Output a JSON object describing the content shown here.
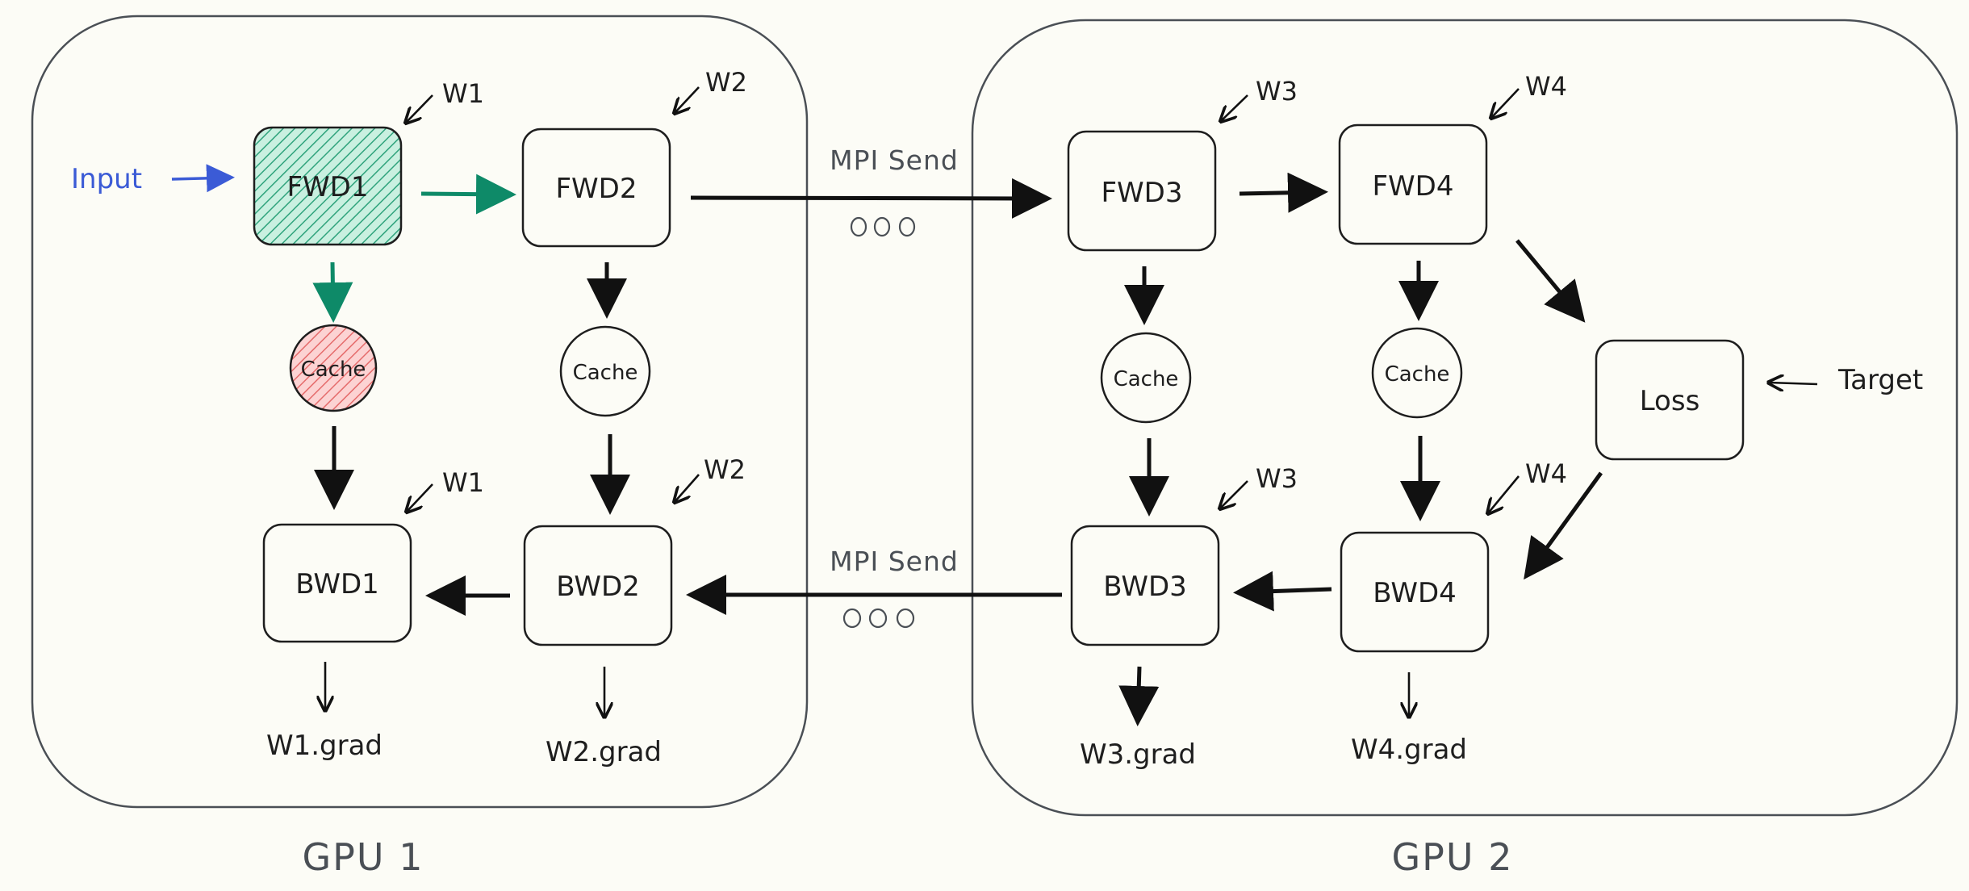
{
  "gpus": {
    "gpu1": "GPU 1",
    "gpu2": "GPU 2"
  },
  "nodes": {
    "fwd1": "FWD1",
    "fwd2": "FWD2",
    "fwd3": "FWD3",
    "fwd4": "FWD4",
    "bwd1": "BWD1",
    "bwd2": "BWD2",
    "bwd3": "BWD3",
    "bwd4": "BWD4",
    "loss": "Loss"
  },
  "cache_label": "Cache",
  "weights": {
    "w1": "W1",
    "w2": "W2",
    "w3": "W3",
    "w4": "W4"
  },
  "grads": {
    "w1": "W1.grad",
    "w2": "W2.grad",
    "w3": "W3.grad",
    "w4": "W4.grad"
  },
  "input_label": "Input",
  "target_label": "Target",
  "mpi": {
    "forward": "MPI Send",
    "backward": "MPI Send"
  },
  "colors": {
    "fwd1_fill": "#8fe0c2",
    "cache1_fill": "#f5a5a5",
    "green_arrow": "#0e8a68",
    "input_blue": "#3b5bd6"
  }
}
